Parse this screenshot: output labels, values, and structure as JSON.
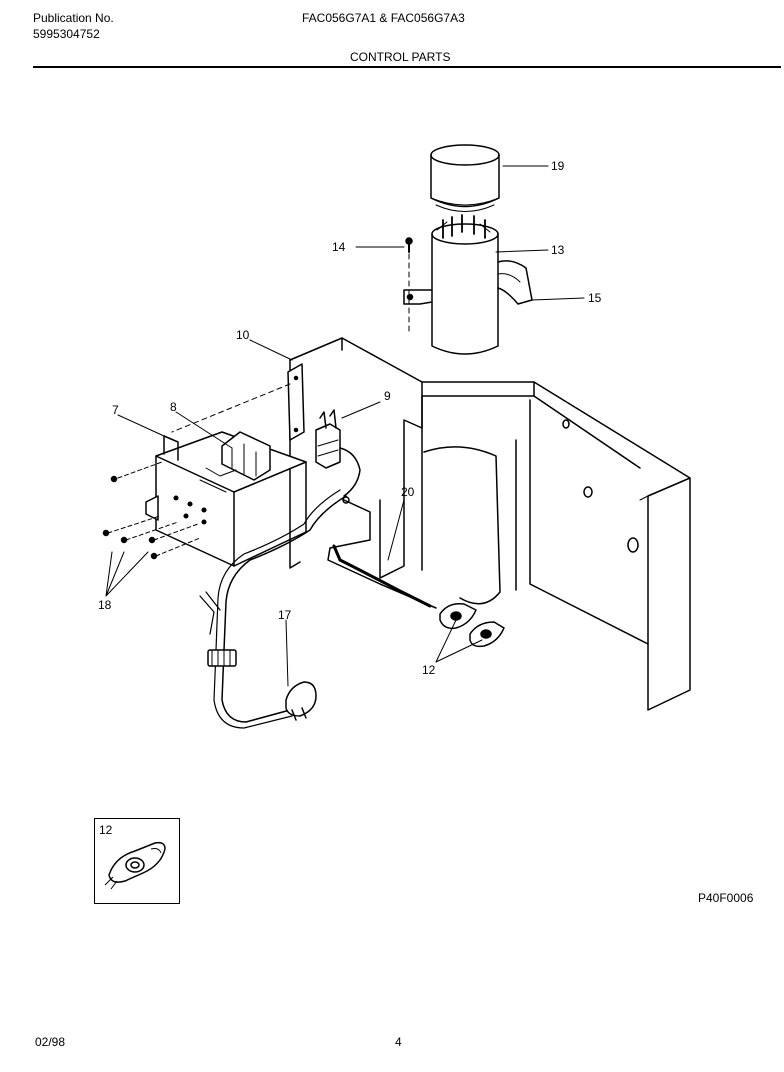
{
  "header": {
    "publication_label": "Publication No.",
    "publication_number": "5995304752",
    "model_numbers": "FAC056G7A1 & FAC056G7A3",
    "section_title": "CONTROL PARTS"
  },
  "callouts": {
    "p19": "19",
    "p14": "14",
    "p13": "13",
    "p15": "15",
    "p10": "10",
    "p9": "9",
    "p7": "7",
    "p8": "8",
    "p20": "20",
    "p18": "18",
    "p17": "17",
    "p12": "12"
  },
  "inset": {
    "label": "12"
  },
  "figure_code": "P40F0006",
  "footer": {
    "date": "02/98",
    "page": "4"
  }
}
